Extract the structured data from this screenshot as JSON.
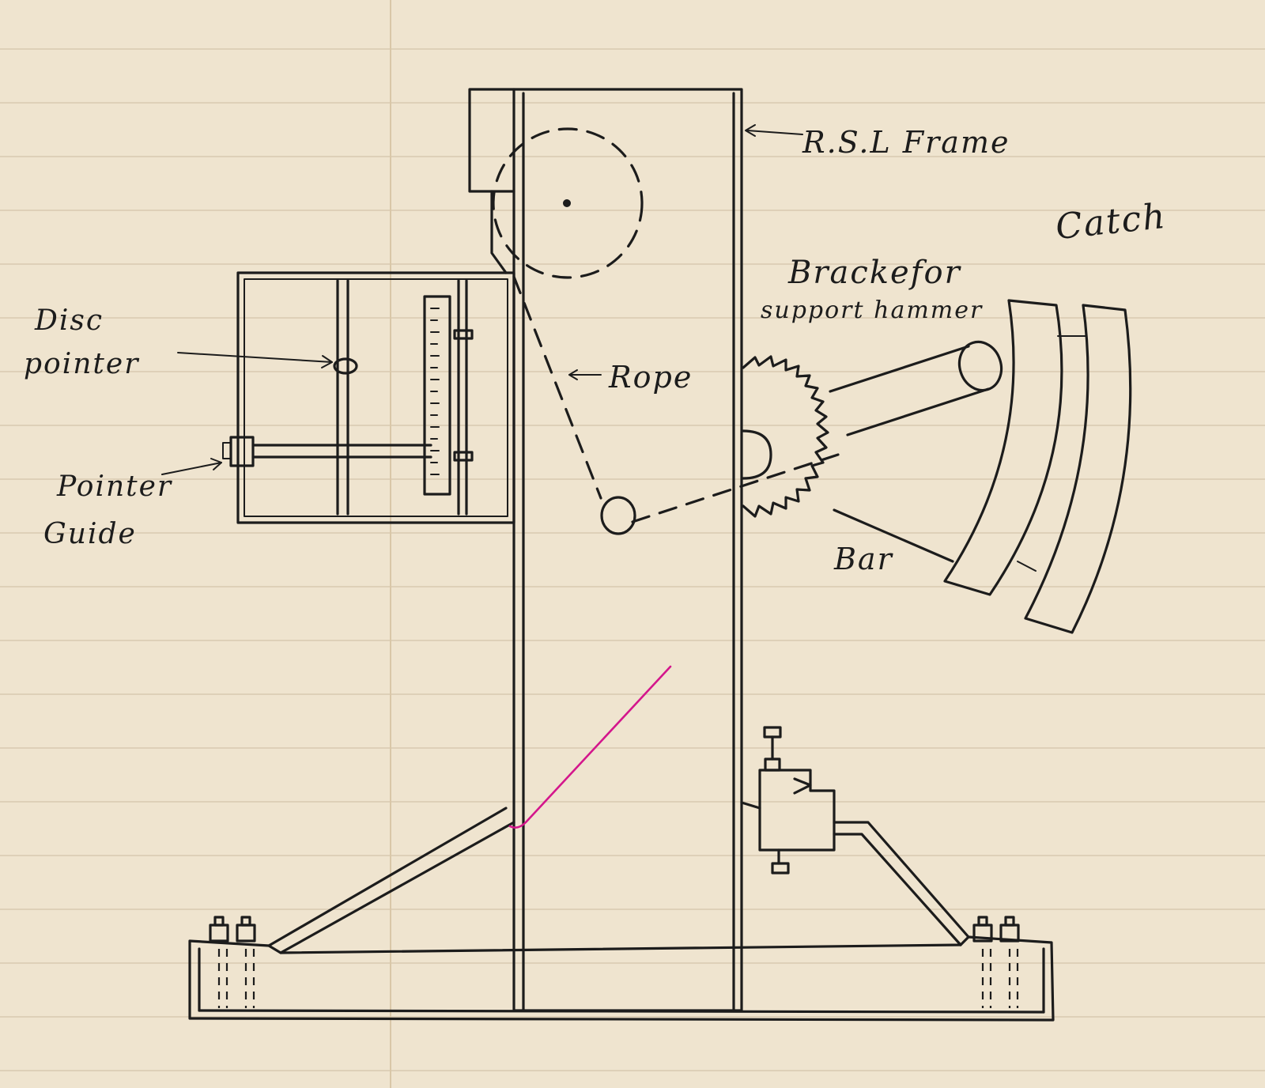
{
  "labels": {
    "rsl_frame": "R.S.L Frame",
    "catch": "Catch",
    "bracket_line1": "Brackefor",
    "bracket_line2": "support hammer",
    "disc_pointer_line1": "Disc",
    "disc_pointer_line2": "pointer",
    "rope": "Rope",
    "pointer_guide_line1": "Pointer",
    "pointer_guide_line2": "Guide",
    "bar": "Bar"
  },
  "colors": {
    "paper": "#efe4cf",
    "rule_line": "#d8c9b0",
    "margin_line": "#d9c7a8",
    "ink": "#1c1c1c",
    "pen_mark": "#d4168c"
  }
}
